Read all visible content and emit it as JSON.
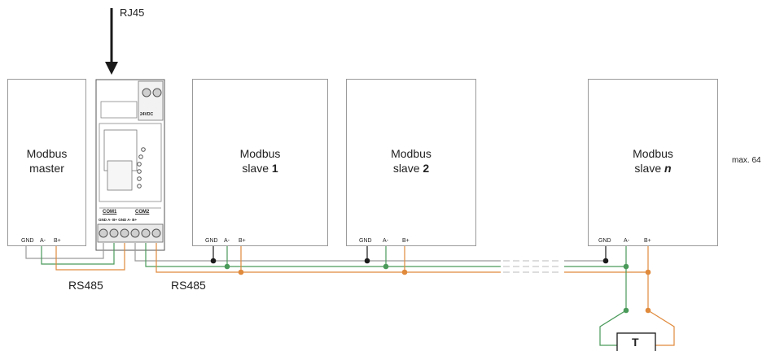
{
  "rj45_label": "RJ45",
  "devices": [
    {
      "id": "master",
      "line1": "Modbus",
      "line2": "master",
      "line2_bold": ""
    },
    {
      "id": "slave1",
      "line1": "Modbus",
      "line2": "slave ",
      "line2_bold": "1"
    },
    {
      "id": "slave2",
      "line1": "Modbus",
      "line2": "slave ",
      "line2_bold": "2"
    },
    {
      "id": "slaven",
      "line1": "Modbus",
      "line2": "slave ",
      "line2_bold": "n"
    }
  ],
  "pins": {
    "gnd": "GND",
    "a": "A-",
    "b": "B+"
  },
  "max_label": "max. 64",
  "rs485_left": "RS485",
  "rs485_right": "RS485",
  "converter": {
    "com1": "COM1",
    "com2": "COM2",
    "pins_row": "GND A- B+ GND A- B+",
    "power_label": "24VDC"
  },
  "terminator": "T",
  "colors": {
    "black": "#1a1a1a",
    "green": "#4a9a5a",
    "orange": "#e08a3c",
    "gray": "#9a9a9a"
  }
}
